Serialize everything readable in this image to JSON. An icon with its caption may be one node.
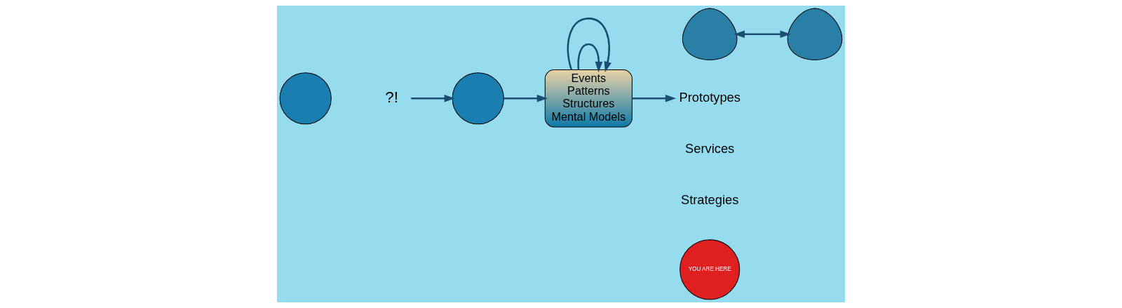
{
  "diagram": {
    "nodes": [
      {
        "text": [],
        "shape": "circle"
      },
      {
        "text": [
          "?!"
        ]
      },
      {
        "text": [],
        "shape": "circle"
      },
      {
        "text": [
          "Events",
          "Patterns",
          "Structures",
          "Mental Models"
        ]
      },
      {
        "text": [
          "Prototypes"
        ]
      },
      {
        "text": [
          "Services"
        ]
      },
      {
        "text": [],
        "shape": "person"
      },
      {
        "text": [],
        "shape": "person"
      },
      {
        "text": [
          "Strategies"
        ]
      },
      {
        "text": [
          "YOU ARE HERE"
        ]
      }
    ],
    "edges": [
      {
        "from": 1,
        "to": 2,
        "arrow": "to"
      },
      {
        "from": 2,
        "to": 3,
        "arrow": "to"
      },
      {
        "from": 3,
        "to": 3,
        "arrow": "to"
      },
      {
        "from": 3,
        "to": 3,
        "arrow": "to"
      },
      {
        "from": 3,
        "to": 4,
        "arrow": "to"
      },
      {
        "from": 6,
        "to": 7,
        "arrow": "both"
      }
    ]
  }
}
